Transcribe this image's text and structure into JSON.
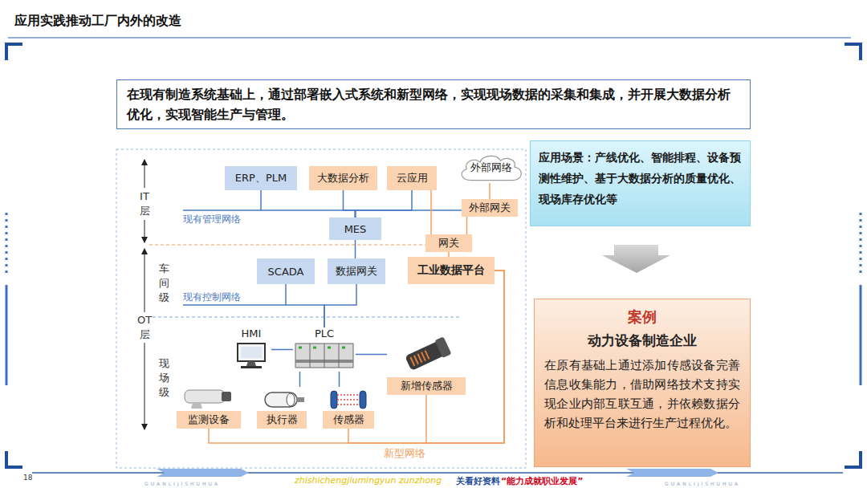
{
  "diagram": {
    "title": "应用实践推动工厂内外的改造",
    "nodes": [
      {
        "text": [
          "在现有制造系统基础上，通过部署嵌入式系统和新型网络，实现现场数据的采集和集成，并开展大数据分析优化，实现智能生产与管理。"
        ]
      },
      {
        "text": [
          "应用场景：产线优化、智能排程、设备预测性维护、基于大数据分析的质量优化、现场库存优化等"
        ]
      },
      {
        "text": [
          "ERP、PLM"
        ]
      },
      {
        "text": [
          "大数据分析"
        ]
      },
      {
        "text": [
          "云应用"
        ]
      },
      {
        "text": [
          "外部网络"
        ]
      },
      {
        "text": [
          "外部网关"
        ]
      },
      {
        "text": [
          "MES"
        ]
      },
      {
        "text": [
          "网关"
        ]
      },
      {
        "text": [
          "SCADA"
        ]
      },
      {
        "text": [
          "数据网关"
        ]
      },
      {
        "text": [
          "工业数据平台"
        ]
      },
      {
        "text": [
          "HMI"
        ]
      },
      {
        "text": [
          "PLC"
        ]
      },
      {
        "text": [
          "新增传感器"
        ]
      },
      {
        "text": [
          "监测设备"
        ]
      },
      {
        "text": [
          "执行器"
        ]
      },
      {
        "text": [
          "传感器"
        ]
      },
      {
        "text": [
          "案例",
          "动力设备制造企业",
          "在原有基础上通过添加传感设备完善信息收集能力，借助网络技术支持实现企业内部互联互通，并依赖数据分析和处理平台来进行生产过程优化。"
        ]
      }
    ],
    "edges": [
      {
        "from": 2,
        "to": 7,
        "arrow": "none"
      },
      {
        "from": 3,
        "to": 7,
        "arrow": "none"
      },
      {
        "from": 4,
        "to": 7,
        "arrow": "none"
      },
      {
        "from": 7,
        "to": 6,
        "arrow": "none"
      },
      {
        "from": 5,
        "to": 6,
        "arrow": "none"
      },
      {
        "from": 4,
        "to": 8,
        "arrow": "none"
      },
      {
        "from": 6,
        "to": 8,
        "arrow": "none"
      },
      {
        "from": 8,
        "to": 11,
        "arrow": "none"
      },
      {
        "from": 7,
        "to": 10,
        "arrow": "none"
      },
      {
        "from": 10,
        "to": 13,
        "arrow": "none"
      },
      {
        "from": 9,
        "to": 13,
        "arrow": "none"
      },
      {
        "from": 12,
        "to": 13,
        "arrow": "none"
      },
      {
        "from": 13,
        "to": 14,
        "arrow": "none"
      },
      {
        "from": 13,
        "to": 16,
        "arrow": "none"
      },
      {
        "from": 13,
        "to": 17,
        "arrow": "none"
      },
      {
        "from": 11,
        "to": 14,
        "arrow": "none"
      },
      {
        "from": 11,
        "to": 17,
        "arrow": "none"
      },
      {
        "from": 11,
        "to": 15,
        "arrow": "none"
      }
    ],
    "labels": [
      "IT层",
      "现有管理网络",
      "车间级",
      "OT层",
      "现有控制网络",
      "现场级",
      "新型网络",
      "18",
      "GUANLIJISHUHUA",
      "zhishichengjiumingyun zunzhong",
      "关看好资料",
      "“能力成就职业发展”",
      "GUANLIJISHUHUA"
    ]
  }
}
